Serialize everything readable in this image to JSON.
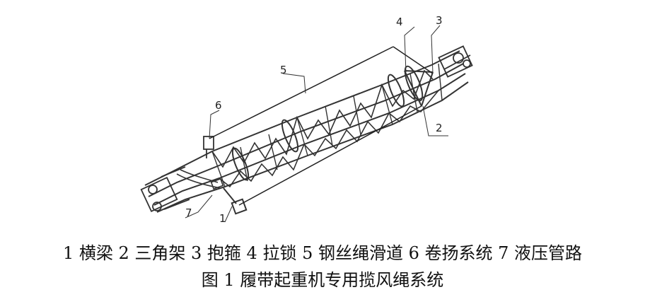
{
  "figure": {
    "callouts": [
      {
        "id": "1",
        "label": "1"
      },
      {
        "id": "2",
        "label": "2"
      },
      {
        "id": "3",
        "label": "3"
      },
      {
        "id": "4",
        "label": "4"
      },
      {
        "id": "5",
        "label": "5"
      },
      {
        "id": "6",
        "label": "6"
      },
      {
        "id": "7",
        "label": "7"
      }
    ],
    "parts_legend": "1 横梁 2 三角架 3 抱箍 4 拉锁 5 钢丝绳滑道 6 卷扬系统 7 液压管路",
    "caption": "图 1 履带起重机专用揽风绳系统",
    "colors": {
      "line": "#222222",
      "structure": "#333333"
    }
  }
}
